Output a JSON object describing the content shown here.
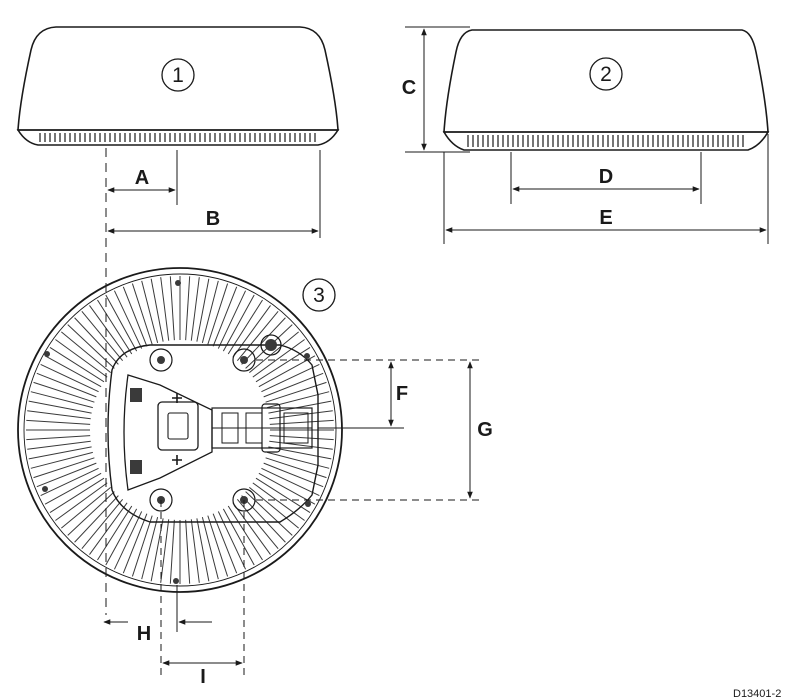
{
  "views": {
    "side_a": "1",
    "side_b": "2",
    "bottom": "3"
  },
  "dimensions": {
    "a": "A",
    "b": "B",
    "c": "C",
    "d": "D",
    "e": "E",
    "f": "F",
    "g": "G",
    "h": "H",
    "i": "I"
  },
  "reference_code": "D13401-2",
  "colors": {
    "line": "#1a1a1a",
    "fill": "#ffffff",
    "shade": "#3a3a3a"
  }
}
